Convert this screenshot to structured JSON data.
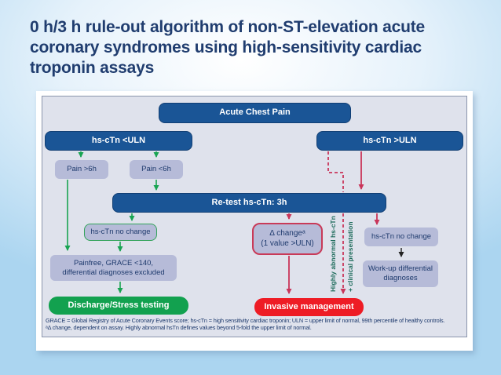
{
  "title": "0 h/3 h rule-out algorithm of non-ST-elevation acute coronary syndromes using high-sensitivity cardiac troponin assays",
  "figure": {
    "nodes": {
      "acute": "Acute Chest Pain",
      "below_uln": "hs-cTn <ULN",
      "above_uln": "hs-cTn >ULN",
      "pain_gt6": "Pain >6h",
      "pain_lt6": "Pain <6h",
      "retest": "Re-test hs-cTn: 3h",
      "no_change_left": "hs-cTn no change",
      "delta_l1": "Δ changeᵃ",
      "delta_l2": "(1 value >ULN)",
      "no_change_right": "hs-cTn no change",
      "painfree_l1": "Painfree, GRACE <140,",
      "painfree_l2": "differential diagnoses excluded",
      "workup_l1": "Work-up differential",
      "workup_l2": "diagnoses",
      "discharge": "Discharge/Stress testing",
      "invasive": "Invasive management"
    },
    "vlabels": {
      "highly_abnormal": "Highly abnormal hs-cTn",
      "clinical": "+ clinical presentation"
    },
    "footnote": {
      "line1": "GRACE = Global Registry of Acute Coronary Events score; hs-cTn = high sensitivity cardiac troponin; ULN = upper limit of normal, 99th percentile of healthy controls.",
      "line2": "ᵃΔ change, dependent on assay. Highly abnormal hsTn defines values beyond 5-fold the upper limit of normal."
    },
    "colors": {
      "node_blue": "#1a5596",
      "node_lavender": "#b6bbd8",
      "green": "#18a452",
      "red": "#ee1c25",
      "crimson": "#c9355a",
      "teal_label": "#1c6b5a",
      "navy_text": "#203d6f",
      "panel_fill": "#dfe2ec"
    }
  }
}
